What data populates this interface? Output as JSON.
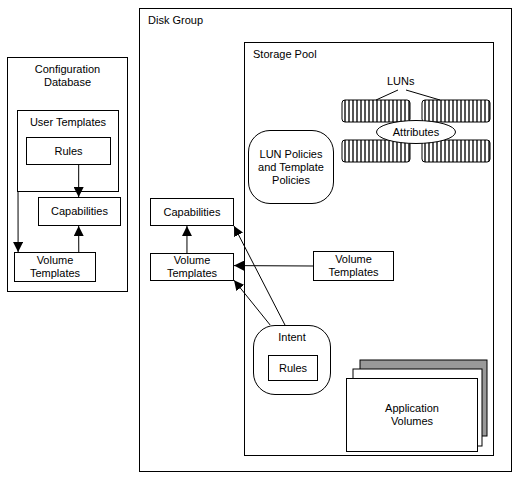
{
  "diagram": {
    "nodes": [
      {
        "text": [
          "Configuration Database"
        ]
      },
      {
        "text": [
          "User Templates"
        ],
        "in": 0
      },
      {
        "text": [
          "Rules"
        ],
        "in": 1
      },
      {
        "text": [
          "Capabilities"
        ],
        "in": 0
      },
      {
        "text": [
          "Volume Templates"
        ],
        "in": 0
      },
      {
        "text": [
          "Disk Group"
        ]
      },
      {
        "text": [
          "Storage Pool"
        ],
        "in": 5
      },
      {
        "text": [
          "LUN Policies and Template Policies"
        ],
        "in": 6
      },
      {
        "text": [
          "Attributes"
        ],
        "in": 6
      },
      {
        "text": [
          "Capabilities"
        ],
        "in": 5
      },
      {
        "text": [
          "Volume Templates"
        ],
        "in": 5
      },
      {
        "text": [
          "Volume Templates"
        ],
        "in": 6
      },
      {
        "text": [
          "Intent"
        ],
        "in": 6
      },
      {
        "text": [
          "Rules"
        ],
        "in": 12
      },
      {
        "text": [
          "Application Volumes"
        ],
        "in": 6
      }
    ],
    "edges": [
      {
        "from": 1,
        "to": 4,
        "arrow": "to"
      },
      {
        "from": 2,
        "to": 3,
        "arrow": "to"
      },
      {
        "from": 4,
        "to": 3,
        "arrow": "to"
      },
      {
        "from": 10,
        "to": 9,
        "arrow": "to"
      },
      {
        "from": 11,
        "to": 10,
        "arrow": "to"
      },
      {
        "from": 12,
        "to": 9,
        "arrow": "to"
      },
      {
        "from": 12,
        "to": 10,
        "arrow": "to"
      }
    ],
    "labels": [
      "LUNs"
    ]
  }
}
